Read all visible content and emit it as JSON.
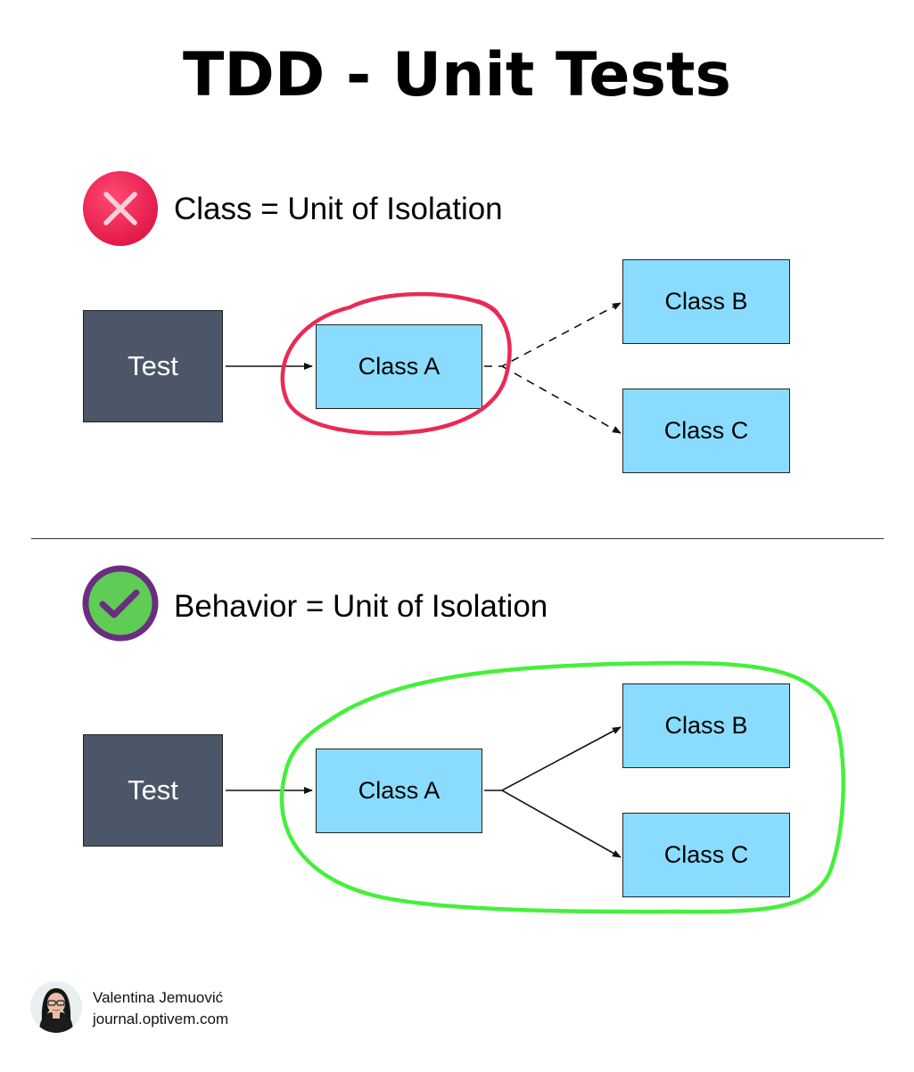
{
  "title": "TDD - Unit Tests",
  "sections": [
    {
      "heading": "Class = Unit of Isolation",
      "status_icon": "cross-icon",
      "status_color": "#ee2457",
      "highlight_color": "#ea2a55",
      "test_label": "Test",
      "class_a_label": "Class A",
      "class_b_label": "Class B",
      "class_c_label": "Class C",
      "dependency_style": "dashed"
    },
    {
      "heading": "Behavior = Unit of Isolation",
      "status_icon": "check-icon",
      "status_color": "#5fcc56",
      "highlight_color": "#44f03a",
      "test_label": "Test",
      "class_a_label": "Class A",
      "class_b_label": "Class B",
      "class_c_label": "Class C",
      "dependency_style": "solid"
    }
  ],
  "author": {
    "name": "Valentina Jemuović",
    "site": "journal.optivem.com"
  },
  "colors": {
    "test_box": "#4b5768",
    "class_box": "#89dcfe",
    "check_ring": "#6b2d82"
  }
}
